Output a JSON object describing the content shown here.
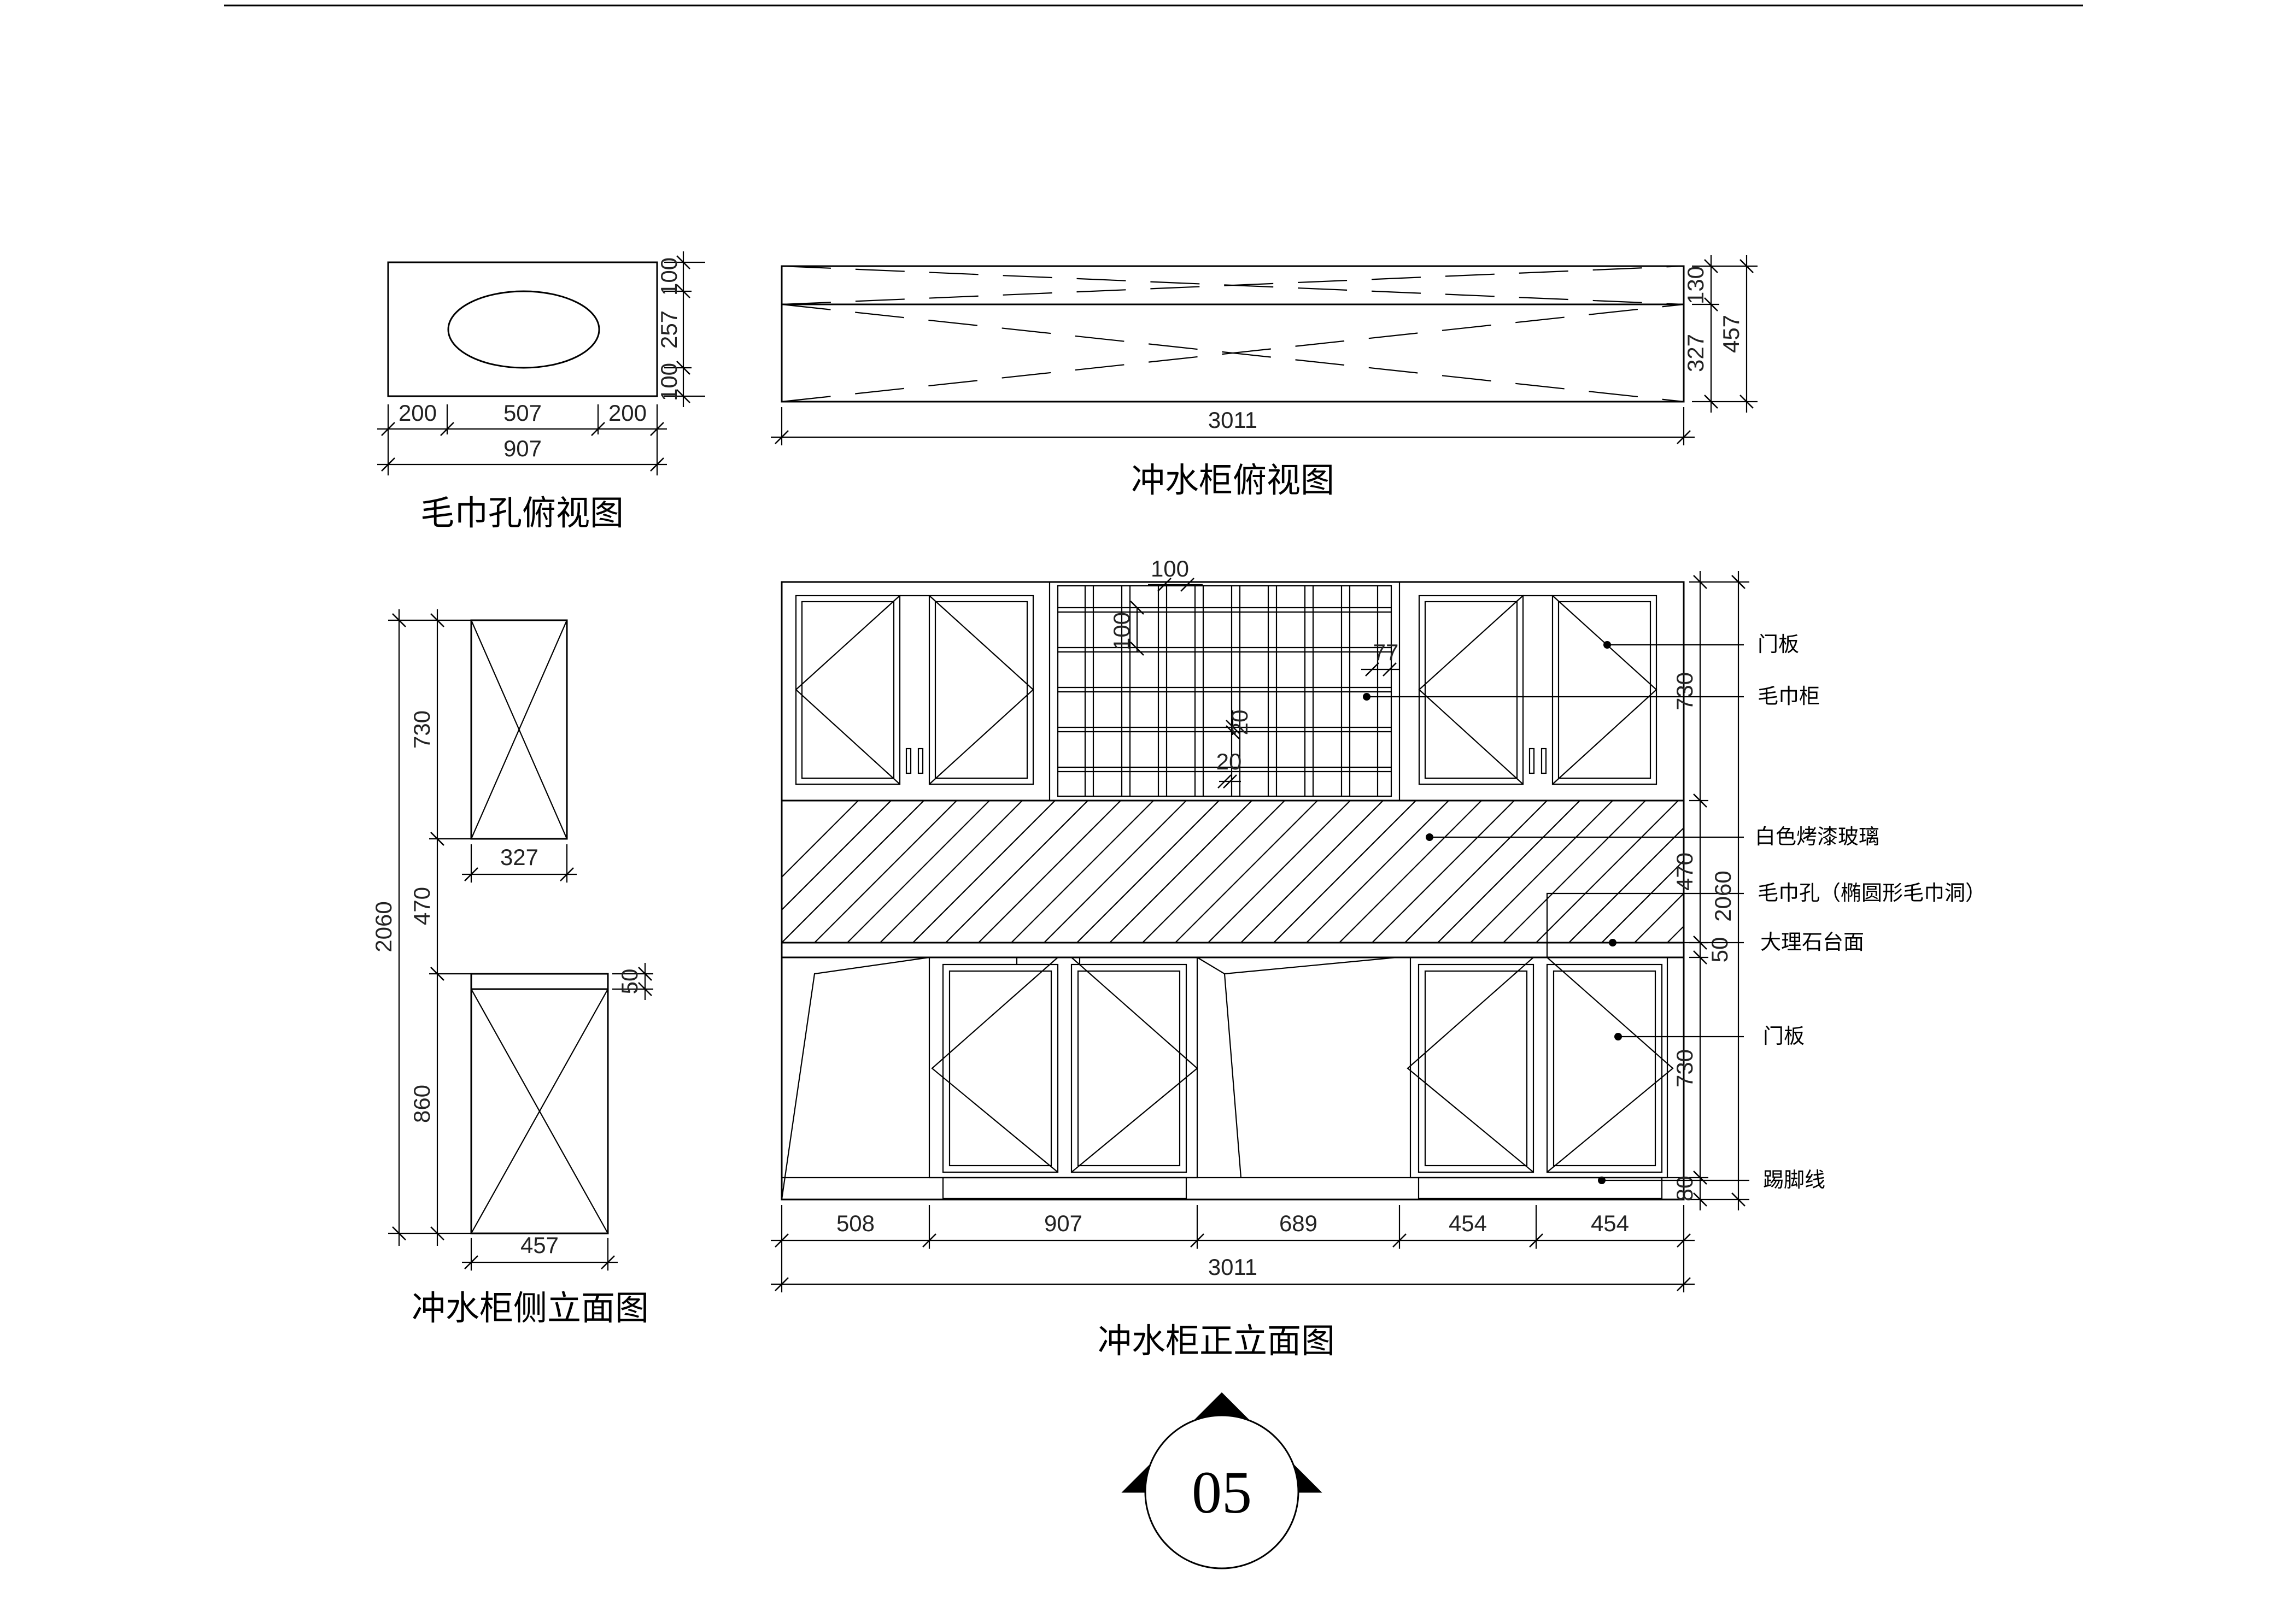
{
  "titles": {
    "towel_hole_top": "毛巾孔俯视图",
    "cabinet_top": "冲水柜俯视图",
    "cabinet_side": "冲水柜侧立面图",
    "cabinet_front": "冲水柜正立面图"
  },
  "sheet_number": "05",
  "labels": {
    "door_upper": "门板",
    "towel_cabinet": "毛巾柜",
    "white_glass": "白色烤漆玻璃",
    "towel_hole": "毛巾孔（椭圆形毛巾洞）",
    "marble_top": "大理石台面",
    "door_lower": "门板",
    "kickboard": "踢脚线"
  },
  "dims": {
    "hole_200_left": "200",
    "hole_507": "507",
    "hole_200_right": "200",
    "hole_907": "907",
    "hole_100_top": "100",
    "hole_257": "257",
    "hole_100_bottom": "100",
    "top_3011": "3011",
    "top_130": "130",
    "top_327": "327",
    "top_457": "457",
    "side_730": "730",
    "side_470": "470",
    "side_860": "860",
    "side_2060": "2060",
    "side_327": "327",
    "side_50": "50",
    "side_457": "457",
    "front_100_a": "100",
    "front_100_b": "100",
    "front_77": "77",
    "front_20_a": "20",
    "front_20_b": "20",
    "front_730_top": "730",
    "front_470": "470",
    "front_2060": "2060",
    "front_50": "50",
    "front_730_bottom": "730",
    "front_80": "80",
    "front_508": "508",
    "front_907": "907",
    "front_689": "689",
    "front_454_a": "454",
    "front_454_b": "454",
    "front_3011": "3011"
  }
}
